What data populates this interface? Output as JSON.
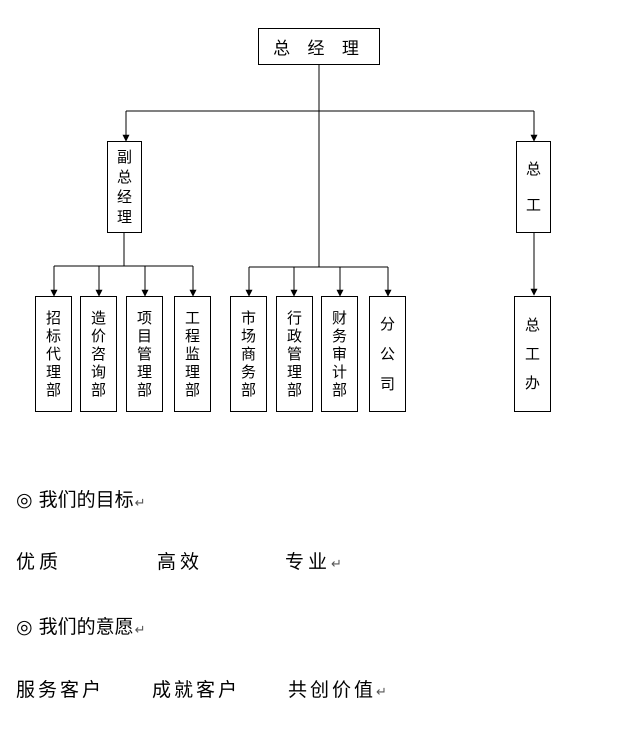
{
  "org_chart": {
    "ceo": "总 经 理",
    "deputy_gm": [
      "副",
      "总",
      "经",
      "理"
    ],
    "chief_engineer": [
      "总",
      "工"
    ],
    "departments_deputy": [
      [
        "招",
        "标",
        "代",
        "理",
        "部"
      ],
      [
        "造",
        "价",
        "咨",
        "询",
        "部"
      ],
      [
        "项",
        "目",
        "管",
        "理",
        "部"
      ],
      [
        "工",
        "程",
        "监",
        "理",
        "部"
      ]
    ],
    "departments_ceo": [
      [
        "市",
        "场",
        "商",
        "务",
        "部"
      ],
      [
        "行",
        "政",
        "管",
        "理",
        "部"
      ],
      [
        "财",
        "务",
        "审",
        "计",
        "部"
      ],
      [
        "分",
        "公",
        "司"
      ]
    ],
    "chief_office": [
      "总",
      "工",
      "办"
    ]
  },
  "goals": {
    "heading": "◎ 我们的目标",
    "items": [
      "优质",
      "高效",
      "专业"
    ]
  },
  "wishes": {
    "heading": "◎ 我们的意愿",
    "items": [
      "服务客户",
      "成就客户",
      "共创价值"
    ]
  },
  "para_mark": "↵"
}
